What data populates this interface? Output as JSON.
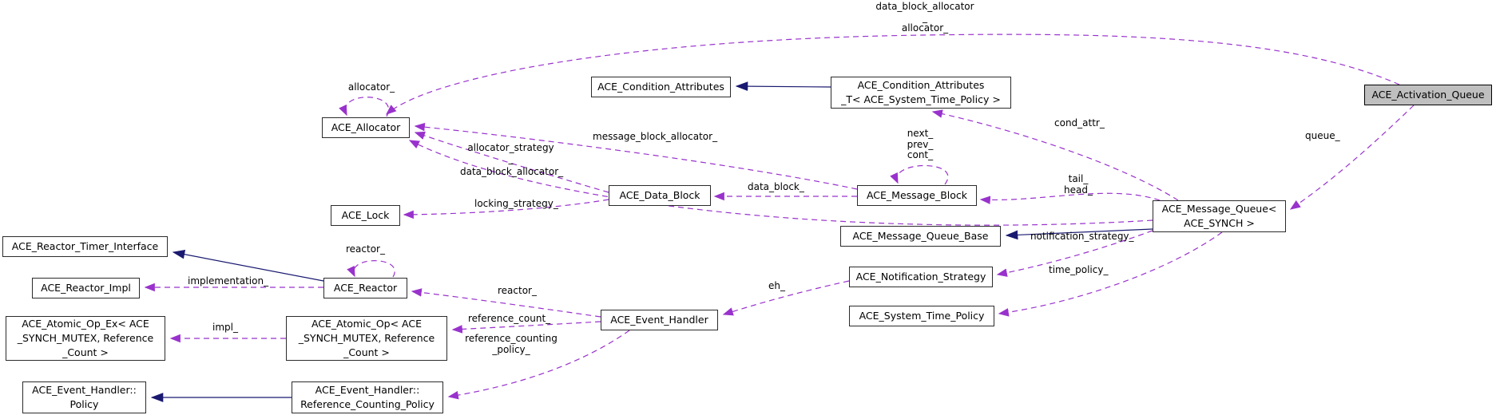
{
  "diagram": {
    "kind": "collaboration-graph",
    "colors": {
      "member_edge": "#9932CC",
      "inheritance_edge": "#191970",
      "node_fill": "#ffffff",
      "focus_node_fill": "#bfbfbf",
      "node_border": "#000000",
      "text": "#000000"
    },
    "nodes": [
      {
        "id": "activation_queue",
        "label": "ACE_Activation_Queue",
        "focus": true
      },
      {
        "id": "condition_attributes",
        "label": "ACE_Condition_Attributes"
      },
      {
        "id": "condition_attributes_t",
        "label": "ACE_Condition_Attributes\n_T< ACE_System_Time_Policy >"
      },
      {
        "id": "allocator",
        "label": "ACE_Allocator"
      },
      {
        "id": "lock",
        "label": "ACE_Lock"
      },
      {
        "id": "data_block",
        "label": "ACE_Data_Block"
      },
      {
        "id": "message_block",
        "label": "ACE_Message_Block"
      },
      {
        "id": "message_queue",
        "label": "ACE_Message_Queue<\nACE_SYNCH >"
      },
      {
        "id": "message_queue_base",
        "label": "ACE_Message_Queue_Base"
      },
      {
        "id": "notification_strategy",
        "label": "ACE_Notification_Strategy"
      },
      {
        "id": "system_time_policy",
        "label": "ACE_System_Time_Policy"
      },
      {
        "id": "event_handler",
        "label": "ACE_Event_Handler"
      },
      {
        "id": "reactor_timer_interface",
        "label": "ACE_Reactor_Timer_Interface"
      },
      {
        "id": "reactor_impl",
        "label": "ACE_Reactor_Impl"
      },
      {
        "id": "reactor",
        "label": "ACE_Reactor"
      },
      {
        "id": "atomic_op_ex",
        "label": "ACE_Atomic_Op_Ex< ACE\n_SYNCH_MUTEX, Reference\n_Count >"
      },
      {
        "id": "atomic_op",
        "label": "ACE_Atomic_Op< ACE\n_SYNCH_MUTEX, Reference\n_Count >"
      },
      {
        "id": "eh_policy",
        "label": "ACE_Event_Handler::\nPolicy"
      },
      {
        "id": "eh_rcp",
        "label": "ACE_Event_Handler::\nReference_Counting_Policy"
      }
    ],
    "edge_labels": [
      {
        "id": "top_allocators",
        "text": "data_block_allocator\n_\nallocator_"
      },
      {
        "id": "allocator_self_loop",
        "text": "allocator_"
      },
      {
        "id": "message_block_allocator",
        "text": "message_block_allocator_"
      },
      {
        "id": "allocator_strategy",
        "text": "allocator_strategy\n_"
      },
      {
        "id": "data_block_allocator",
        "text": "data_block_allocator_"
      },
      {
        "id": "locking_strategy",
        "text": "locking_strategy_"
      },
      {
        "id": "data_block",
        "text": "data_block_"
      },
      {
        "id": "message_block_self_loop",
        "text": "next_\nprev_\ncont_"
      },
      {
        "id": "cond_attr",
        "text": "cond_attr_"
      },
      {
        "id": "queue",
        "text": "queue_"
      },
      {
        "id": "tail_head",
        "text": "tail_\nhead_"
      },
      {
        "id": "notification_strategy",
        "text": "notification_strategy_"
      },
      {
        "id": "time_policy",
        "text": "time_policy_"
      },
      {
        "id": "eh",
        "text": "eh_"
      },
      {
        "id": "reactor_member",
        "text": "reactor_"
      },
      {
        "id": "reactor_self_loop",
        "text": "reactor_"
      },
      {
        "id": "implementation",
        "text": "implementation_"
      },
      {
        "id": "reference_count",
        "text": "reference_count_"
      },
      {
        "id": "reference_counting_policy",
        "text": "reference_counting\n_policy_"
      },
      {
        "id": "impl",
        "text": "impl_"
      }
    ],
    "edges": [
      {
        "from": "activation_queue",
        "to": "allocator",
        "label": "data_block_allocator_ allocator_",
        "style": "dashed"
      },
      {
        "from": "activation_queue",
        "to": "message_queue",
        "label": "queue_",
        "style": "dashed"
      },
      {
        "from": "allocator",
        "to": "allocator",
        "label": "allocator_",
        "style": "dashed"
      },
      {
        "from": "message_block",
        "to": "allocator",
        "label": "message_block_allocator_",
        "style": "dashed"
      },
      {
        "from": "data_block",
        "to": "allocator",
        "label": "allocator_strategy_",
        "style": "dashed"
      },
      {
        "from": "message_queue",
        "to": "allocator",
        "label": "data_block_allocator_",
        "style": "dashed"
      },
      {
        "from": "data_block",
        "to": "lock",
        "label": "locking_strategy_",
        "style": "dashed"
      },
      {
        "from": "message_block",
        "to": "data_block",
        "label": "data_block_",
        "style": "dashed"
      },
      {
        "from": "message_block",
        "to": "message_block",
        "label": "next_ prev_ cont_",
        "style": "dashed"
      },
      {
        "from": "message_queue",
        "to": "condition_attributes_t",
        "label": "cond_attr_",
        "style": "dashed"
      },
      {
        "from": "message_queue",
        "to": "message_block",
        "label": "tail_ head_",
        "style": "dashed"
      },
      {
        "from": "condition_attributes_t",
        "to": "condition_attributes",
        "label": "",
        "style": "solid"
      },
      {
        "from": "message_queue",
        "to": "message_queue_base",
        "label": "",
        "style": "solid"
      },
      {
        "from": "message_queue",
        "to": "notification_strategy",
        "label": "notification_strategy_",
        "style": "dashed"
      },
      {
        "from": "message_queue",
        "to": "system_time_policy",
        "label": "time_policy_",
        "style": "dashed"
      },
      {
        "from": "notification_strategy",
        "to": "event_handler",
        "label": "eh_",
        "style": "dashed"
      },
      {
        "from": "event_handler",
        "to": "reactor",
        "label": "reactor_",
        "style": "dashed"
      },
      {
        "from": "reactor",
        "to": "reactor",
        "label": "reactor_",
        "style": "dashed"
      },
      {
        "from": "reactor",
        "to": "reactor_timer_interface",
        "label": "",
        "style": "solid"
      },
      {
        "from": "reactor",
        "to": "reactor_impl",
        "label": "implementation_",
        "style": "dashed"
      },
      {
        "from": "event_handler",
        "to": "atomic_op",
        "label": "reference_count_",
        "style": "dashed"
      },
      {
        "from": "atomic_op",
        "to": "atomic_op_ex",
        "label": "impl_",
        "style": "dashed"
      },
      {
        "from": "event_handler",
        "to": "eh_rcp",
        "label": "reference_counting_policy_",
        "style": "dashed"
      },
      {
        "from": "eh_rcp",
        "to": "eh_policy",
        "label": "",
        "style": "solid"
      }
    ]
  }
}
